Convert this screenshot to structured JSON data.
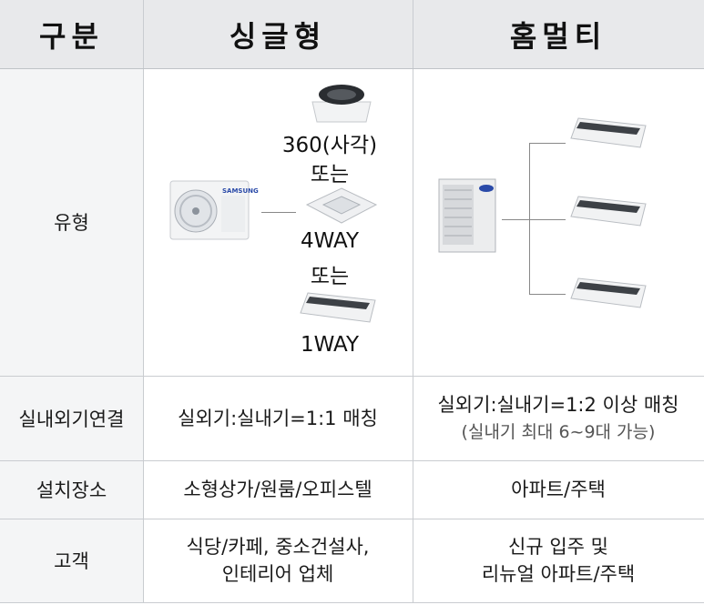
{
  "header": {
    "category": "구분",
    "single": "싱글형",
    "home_multi": "홈멀티"
  },
  "rows": {
    "type": {
      "label": "유형",
      "single_options": {
        "cassette_360": "360(사각)",
        "or1": "또는",
        "cassette_4way": "4WAY",
        "or2": "또는",
        "cassette_1way": "1WAY"
      },
      "brand": "SAMSUNG"
    },
    "connection": {
      "label": "실내외기연결",
      "single": "실외기:실내기=1:1 매칭",
      "multi_main": "실외기:실내기=1:2 이상 매칭",
      "multi_note": "(실내기 최대 6~9대 가능)"
    },
    "location": {
      "label": "설치장소",
      "single": "소형상가/원룸/오피스텔",
      "multi": "아파트/주택"
    },
    "customer": {
      "label": "고객",
      "single_line1": "식당/카페, 중소건설사,",
      "single_line2": "인테리어 업체",
      "multi_line1": "신규 입주 및",
      "multi_line2": "리뉴얼 아파트/주택"
    }
  }
}
